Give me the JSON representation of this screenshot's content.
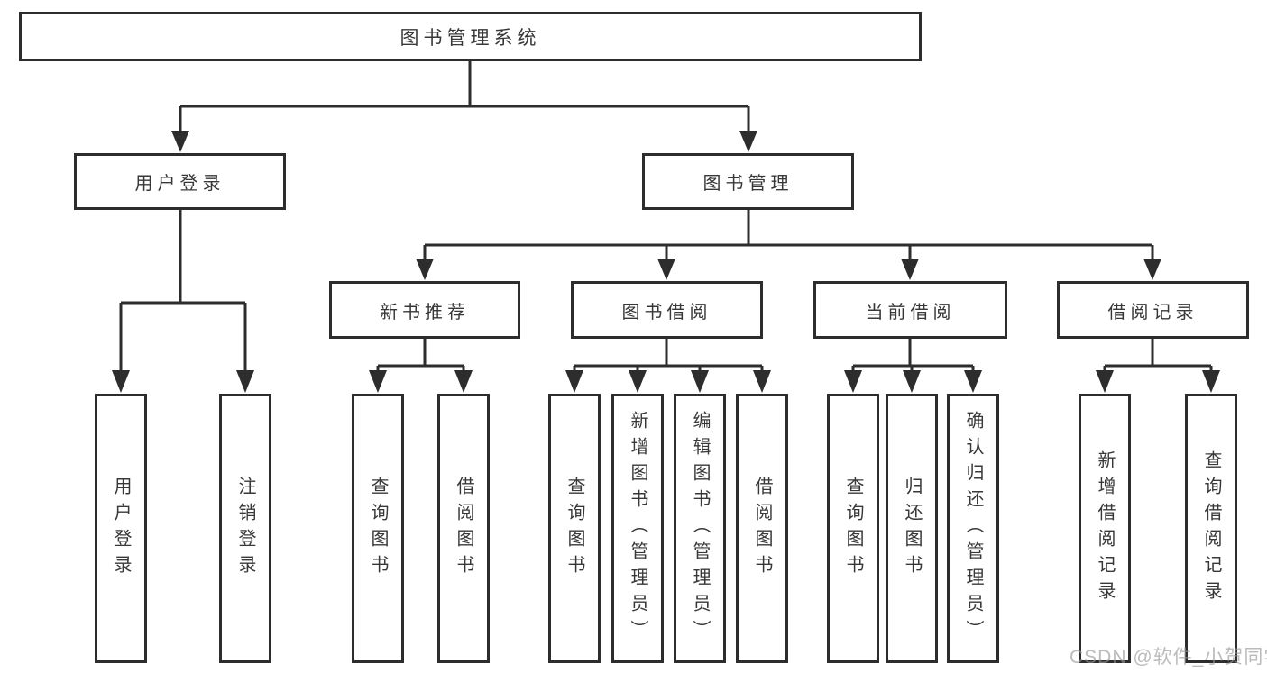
{
  "diagram": {
    "root": "图书管理系统",
    "level2": {
      "user_login": "用户登录",
      "book_management": "图书管理"
    },
    "level3": {
      "new_book_recommend": "新书推荐",
      "book_borrow": "图书借阅",
      "current_borrow": "当前借阅",
      "borrow_record": "借阅记录"
    },
    "leaves": {
      "user_login": [
        "用户登录",
        "注销登录"
      ],
      "new_book_recommend": [
        "查询图书",
        "借阅图书"
      ],
      "book_borrow": [
        "查询图书",
        "新增图书（管理员）",
        "编辑图书（管理员）",
        "借阅图书"
      ],
      "current_borrow": [
        "查询图书",
        "归还图书",
        "确认归还（管理员）"
      ],
      "borrow_record": [
        "新增借阅记录",
        "查询借阅记录"
      ]
    }
  },
  "watermark": "CSDN @软件_小贺同学",
  "colors": {
    "line": "#2d2d2d",
    "text": "#383838",
    "background": "#ffffff",
    "watermark": "rgba(150,150,150,0.65)"
  }
}
